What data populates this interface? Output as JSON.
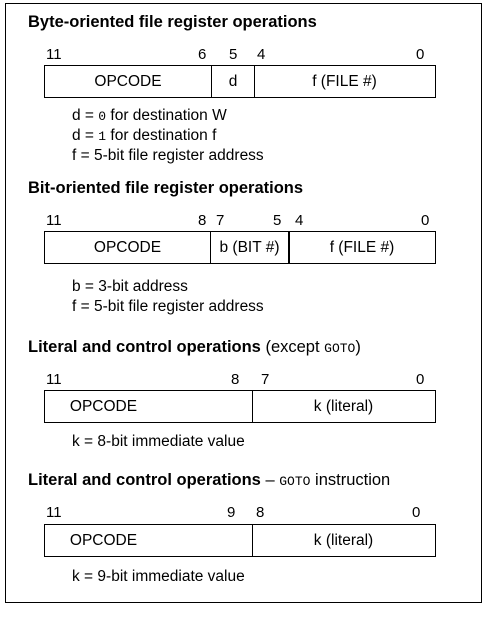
{
  "sections": [
    {
      "title": "Byte-oriented file register operations",
      "bits": [
        "11",
        "6",
        "5",
        "4",
        "0"
      ],
      "fields": [
        "OPCODE",
        "d",
        "f (FILE #)"
      ],
      "notes": [
        {
          "pre": "d = ",
          "code": "0",
          "post": " for destination W"
        },
        {
          "pre": "d = ",
          "code": "1",
          "post": " for destination f"
        },
        {
          "pre": "f = 5-bit file register address",
          "code": "",
          "post": ""
        }
      ]
    },
    {
      "title": "Bit-oriented file register operations",
      "bits": [
        "11",
        "8",
        "7",
        "5",
        "4",
        "0"
      ],
      "fields": [
        "OPCODE",
        "b (BIT #)",
        "f (FILE #)"
      ],
      "notes": [
        "b = 3-bit address",
        "f  = 5-bit file register address"
      ]
    },
    {
      "title": "Literal and control operations",
      "title_rest_pre": " (except ",
      "title_code": "GOTO",
      "title_rest_post": ")",
      "bits": [
        "11",
        "8",
        "7",
        "0"
      ],
      "fields": [
        "OPCODE",
        "k (literal)"
      ],
      "notes": [
        "k  = 8-bit immediate value"
      ]
    },
    {
      "title": "Literal and control operations",
      "title_rest_pre": " – ",
      "title_code": "GOTO",
      "title_rest_post": " instruction",
      "bits": [
        "11",
        "9",
        "8",
        "0"
      ],
      "fields": [
        "OPCODE",
        "k (literal)"
      ],
      "notes": [
        "k  = 9-bit immediate value"
      ]
    }
  ]
}
